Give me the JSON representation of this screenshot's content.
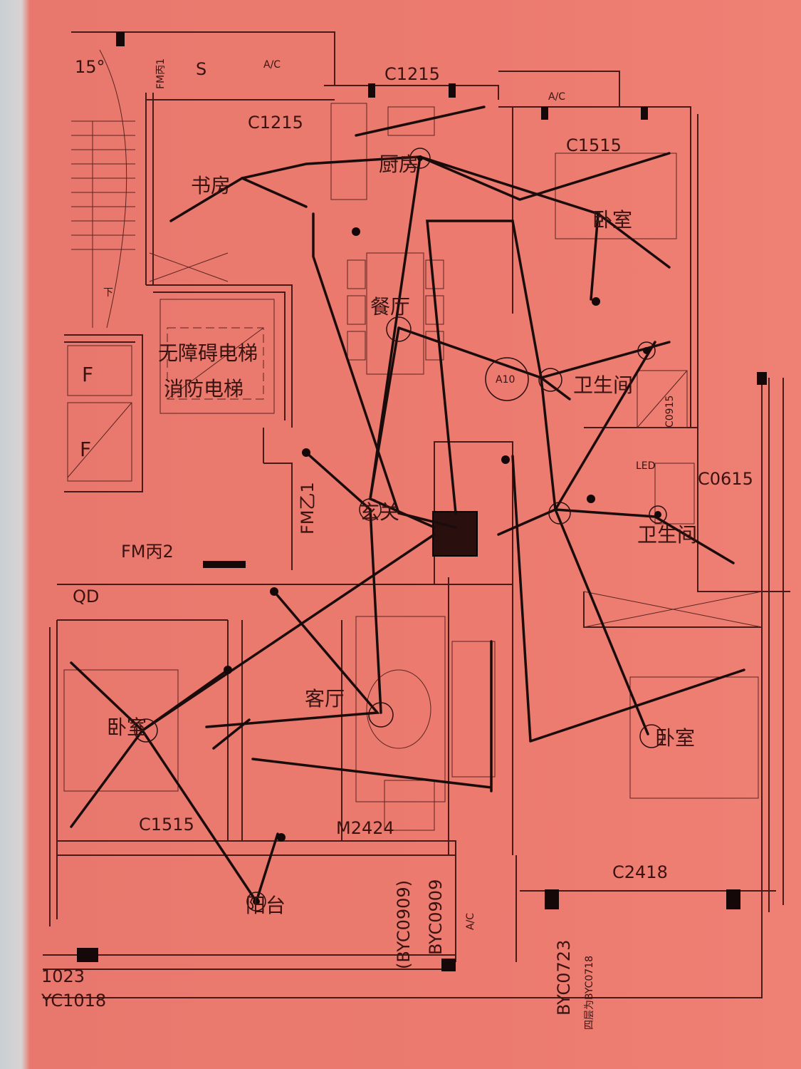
{
  "rooms": {
    "study": "书房",
    "kitchen": "厨房",
    "bedroom_ne": "卧室",
    "dining": "餐厅",
    "bathroom_1": "卫生间",
    "bathroom_2": "卫生间",
    "foyer": "玄关",
    "living": "客厅",
    "bedroom_sw": "卧室",
    "bedroom_se": "卧室",
    "balcony": "阳台",
    "elevator_accessible": "无障碍电梯",
    "elevator_fire": "消防电梯"
  },
  "codes": {
    "c1215_top": "C1215",
    "c1215_study": "C1215",
    "c1515_ne": "C1515",
    "c1515_sw": "C1515",
    "a10": "A10",
    "c0915": "C0915",
    "c0615": "C0615",
    "fm_bing1": "FM丙1",
    "s": "S",
    "ac_1": "A/C",
    "ac_2": "A/C",
    "ac_3": "A/C",
    "fm_yi1": "FM乙1",
    "fm_bing2": "FM丙2",
    "qd": "QD",
    "f_1": "F",
    "f_2": "F",
    "m2424": "M2424",
    "c2418": "C2418",
    "byc0909_paren": "(BYC0909)",
    "byc0909": "BYC0909",
    "byc0723": "BYC0723",
    "byc0718_note": "四层为BYC0718",
    "c1023": "1023",
    "yc1018": "YC1018",
    "angle": "15°",
    "down": "下",
    "led": "LED"
  },
  "colors": {
    "paper": "#ec7a6f",
    "ink": "#1b0c0c"
  }
}
